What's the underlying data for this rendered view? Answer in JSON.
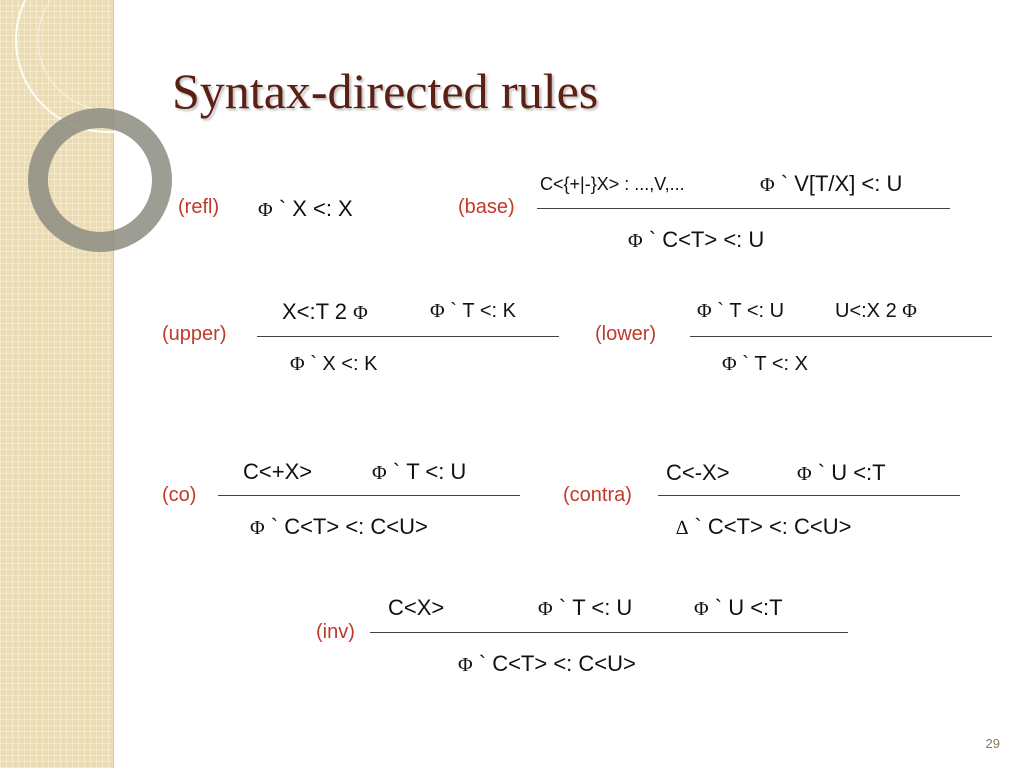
{
  "title": "Syntax-directed rules",
  "page_number": "29",
  "symbols": {
    "phi": "Φ",
    "delta": "∆"
  },
  "rules": {
    "refl": {
      "label": "(refl)",
      "conclusion": "` X <: X"
    },
    "base": {
      "label": "(base)",
      "premise1": "C<{+|-}X> : ...,V,...",
      "premise2": "` V[T/X] <: U",
      "conclusion": "` C<T> <: U"
    },
    "upper": {
      "label": "(upper)",
      "premise1": "X<:T 2",
      "premise2": "` T <: K",
      "conclusion": "` X <: K"
    },
    "lower": {
      "label": "(lower)",
      "premise1": "` T <: U",
      "premise2": "U<:X 2",
      "conclusion": "` T <: X"
    },
    "co": {
      "label": "(co)",
      "premise1": "C<+X>",
      "premise2": "` T <: U",
      "conclusion": "` C<T> <: C<U>"
    },
    "contra": {
      "label": "(contra)",
      "premise1": "C<-X>",
      "premise2": "` U <:T",
      "conclusion": "` C<T> <: C<U>"
    },
    "inv": {
      "label": "(inv)",
      "premise1": "C<X>",
      "premise2": "` T <: U",
      "premise3": "` U <:T",
      "conclusion": "` C<T> <: C<U>"
    }
  }
}
